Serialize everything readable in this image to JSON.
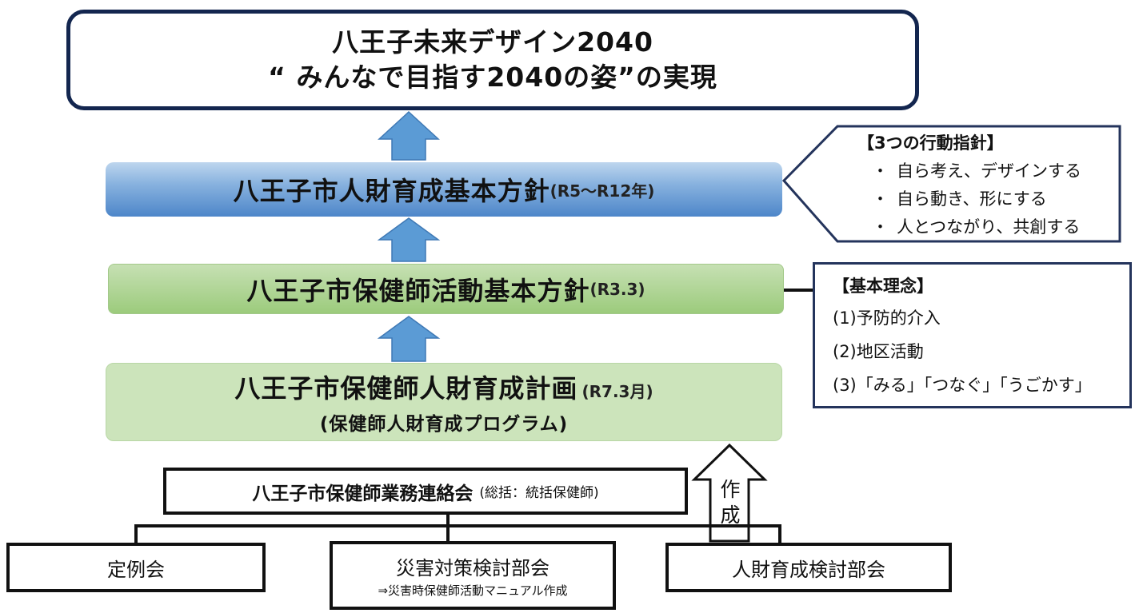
{
  "vision": {
    "line1": "八王子未来デザイン2040",
    "line2": "“ みんなで目指す2040の姿”の実現"
  },
  "hr_policy": {
    "title": "八王子市人財育成基本方針",
    "note": "(R5～R12年)"
  },
  "action_guidelines": {
    "heading": "【3つの行動指針】",
    "items": [
      "自ら考え、デザインする",
      "自ら動き、形にする",
      "人とつながり、共創する"
    ]
  },
  "phn_policy": {
    "title": "八王子市保健師活動基本方針",
    "note": "(R3.3)"
  },
  "basic_principles": {
    "heading": "【基本理念】",
    "items": [
      "(1)予防的介入",
      "(2)地区活動",
      "(3)「みる」「つなぐ」「うごかす」"
    ]
  },
  "phn_plan": {
    "title": "八王子市保健師人財育成計画",
    "note": "(R7.3月)",
    "subtitle": "(保健師人財育成プログラム)"
  },
  "council": {
    "title": "八王子市保健師業務連絡会",
    "note": "(総括：統括保健師)"
  },
  "subcommittees": {
    "regular": "定例会",
    "disaster": "災害対策検討部会",
    "disaster_note": "⇒災害時保健師活動マニュアル作成",
    "hr": "人財育成検討部会"
  },
  "create_label": {
    "char1": "作",
    "char2": "成"
  },
  "colors": {
    "navy": "#13264f",
    "arrow_fill": "#5b9bd5",
    "arrow_stroke": "#3f79b5",
    "blue_box": "#4d86c9",
    "green_box": "#9ccb7c",
    "light_green_box": "#cce4bb"
  }
}
